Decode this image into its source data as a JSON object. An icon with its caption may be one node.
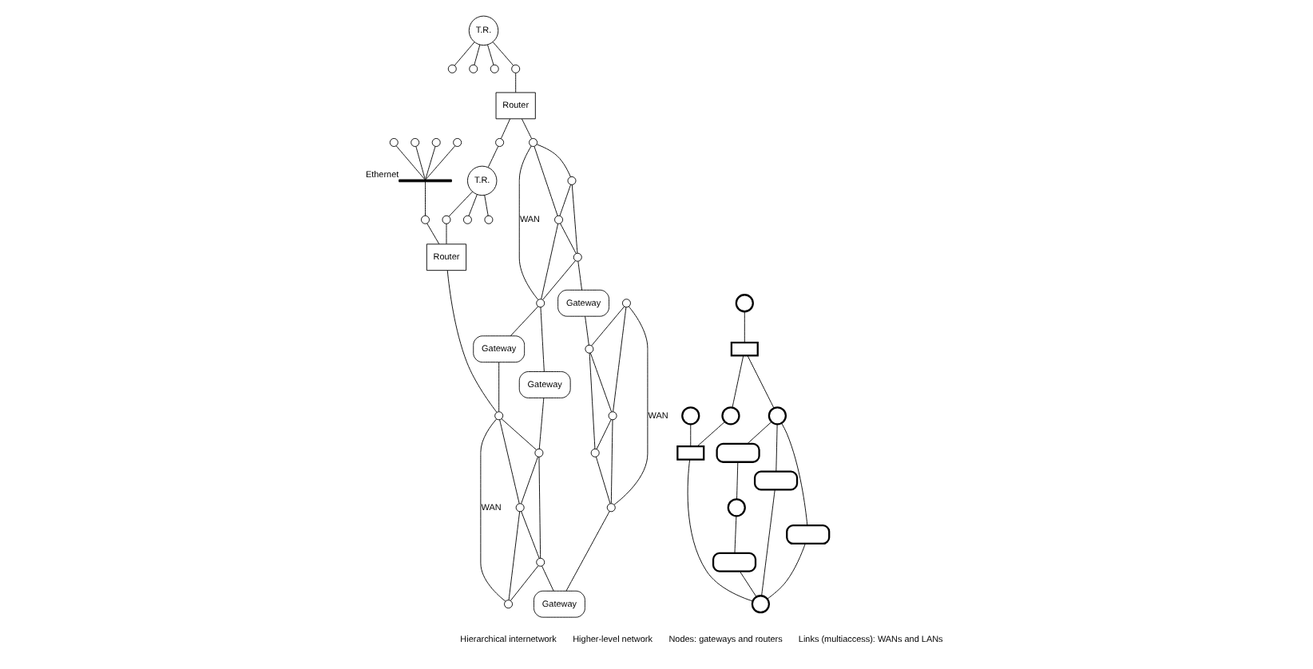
{
  "diagram": {
    "nodes": [
      {
        "text": [
          "T.R."
        ]
      },
      {
        "text": [],
        "shape": "circle"
      },
      {
        "text": [],
        "shape": "circle"
      },
      {
        "text": [],
        "shape": "circle"
      },
      {
        "text": [],
        "shape": "circle"
      },
      {
        "text": [
          "T.R."
        ]
      },
      {
        "text": [],
        "shape": "circle"
      },
      {
        "text": [],
        "shape": "circle"
      },
      {
        "text": [],
        "shape": "circle"
      },
      {
        "text": [],
        "shape": "circle"
      },
      {
        "text": [],
        "shape": "circle"
      },
      {
        "text": [],
        "shape": "circle"
      },
      {
        "text": [],
        "shape": "circle"
      },
      {
        "text": [],
        "shape": "circle"
      },
      {
        "text": [],
        "shape": "bar",
        "beside": [
          "Ethernet"
        ]
      },
      {
        "text": [],
        "shape": "circle"
      },
      {
        "text": [
          "Router"
        ]
      },
      {
        "text": [
          "Router"
        ]
      },
      {
        "text": [],
        "shape": "circle"
      },
      {
        "text": [],
        "shape": "circle"
      },
      {
        "text": [],
        "shape": "circle"
      },
      {
        "text": [],
        "shape": "circle"
      },
      {
        "text": [],
        "shape": "circle"
      },
      {
        "text": [
          "Gateway"
        ]
      },
      {
        "text": [
          "Gateway"
        ]
      },
      {
        "text": [],
        "shape": "circle"
      },
      {
        "text": [],
        "shape": "circle"
      },
      {
        "text": [],
        "shape": "circle"
      },
      {
        "text": [],
        "shape": "circle"
      },
      {
        "text": [],
        "shape": "circle"
      },
      {
        "text": [
          "Gateway"
        ]
      },
      {
        "text": [
          "Gateway"
        ]
      },
      {
        "text": [],
        "shape": "circle"
      },
      {
        "text": [],
        "shape": "circle"
      },
      {
        "text": [],
        "shape": "circle"
      },
      {
        "text": [],
        "shape": "circle"
      },
      {
        "text": [],
        "shape": "circle"
      },
      {
        "text": [],
        "shape": "circle"
      },
      {
        "text": [],
        "shape": "circle"
      },
      {
        "text": [],
        "shape": "circle"
      },
      {
        "text": [],
        "shape": "box"
      },
      {
        "text": [],
        "shape": "box"
      },
      {
        "text": [],
        "shape": "circle"
      },
      {
        "text": [],
        "shape": "oval"
      },
      {
        "text": [],
        "shape": "oval"
      },
      {
        "text": [],
        "shape": "circle"
      },
      {
        "text": [],
        "shape": "oval"
      },
      {
        "text": [],
        "shape": "circle"
      },
      {
        "text": [],
        "shape": "oval"
      }
    ],
    "edges": [
      {
        "from": 0,
        "to": 1,
        "arrow": "none"
      },
      {
        "from": 0,
        "to": 2,
        "arrow": "none"
      },
      {
        "from": 0,
        "to": 3,
        "arrow": "none"
      },
      {
        "from": 0,
        "to": 4,
        "arrow": "none"
      },
      {
        "from": 4,
        "to": 16,
        "arrow": "none"
      },
      {
        "from": 16,
        "to": 7,
        "arrow": "none"
      },
      {
        "from": 7,
        "to": 5,
        "arrow": "none"
      },
      {
        "from": 5,
        "to": 6,
        "arrow": "none"
      },
      {
        "from": 5,
        "to": 8,
        "arrow": "none"
      },
      {
        "from": 5,
        "to": 9,
        "arrow": "none"
      },
      {
        "from": 8,
        "to": 17,
        "arrow": "none"
      },
      {
        "from": 10,
        "to": 14,
        "arrow": "none"
      },
      {
        "from": 11,
        "to": 14,
        "arrow": "none"
      },
      {
        "from": 12,
        "to": 14,
        "arrow": "none"
      },
      {
        "from": 13,
        "to": 14,
        "arrow": "none"
      },
      {
        "from": 14,
        "to": 15,
        "arrow": "none"
      },
      {
        "from": 15,
        "to": 17,
        "arrow": "none"
      },
      {
        "from": 16,
        "to": 18,
        "arrow": "none"
      },
      {
        "from": 17,
        "to": 25,
        "arrow": "none"
      },
      {
        "from": 18,
        "to": 19,
        "arrow": "none"
      },
      {
        "from": 18,
        "to": 20,
        "arrow": "none"
      },
      {
        "from": 18,
        "to": 22,
        "label": "WAN",
        "arrow": "none"
      },
      {
        "from": 19,
        "to": 20,
        "arrow": "none"
      },
      {
        "from": 19,
        "to": 21,
        "arrow": "none"
      },
      {
        "from": 20,
        "to": 21,
        "arrow": "none"
      },
      {
        "from": 20,
        "to": 22,
        "arrow": "none"
      },
      {
        "from": 21,
        "to": 22,
        "arrow": "none"
      },
      {
        "from": 22,
        "to": 23,
        "arrow": "none"
      },
      {
        "from": 22,
        "to": 24,
        "arrow": "none"
      },
      {
        "from": 23,
        "to": 25,
        "arrow": "none"
      },
      {
        "from": 24,
        "to": 26,
        "arrow": "none"
      },
      {
        "from": 21,
        "to": 30,
        "arrow": "none"
      },
      {
        "from": 25,
        "to": 26,
        "arrow": "none"
      },
      {
        "from": 25,
        "to": 27,
        "arrow": "none"
      },
      {
        "from": 25,
        "to": 29,
        "label": "WAN",
        "arrow": "none"
      },
      {
        "from": 26,
        "to": 27,
        "arrow": "none"
      },
      {
        "from": 26,
        "to": 28,
        "arrow": "none"
      },
      {
        "from": 27,
        "to": 28,
        "arrow": "none"
      },
      {
        "from": 27,
        "to": 29,
        "arrow": "none"
      },
      {
        "from": 28,
        "to": 29,
        "arrow": "none"
      },
      {
        "from": 28,
        "to": 31,
        "arrow": "none"
      },
      {
        "from": 30,
        "to": 33,
        "arrow": "none"
      },
      {
        "from": 32,
        "to": 33,
        "arrow": "none"
      },
      {
        "from": 32,
        "to": 34,
        "arrow": "none"
      },
      {
        "from": 32,
        "to": 36,
        "label": "WAN",
        "arrow": "none"
      },
      {
        "from": 33,
        "to": 34,
        "arrow": "none"
      },
      {
        "from": 33,
        "to": 35,
        "arrow": "none"
      },
      {
        "from": 34,
        "to": 35,
        "arrow": "none"
      },
      {
        "from": 34,
        "to": 36,
        "arrow": "none"
      },
      {
        "from": 35,
        "to": 36,
        "arrow": "none"
      },
      {
        "from": 36,
        "to": 31,
        "arrow": "none"
      },
      {
        "from": 37,
        "to": 40,
        "arrow": "none"
      },
      {
        "from": 40,
        "to": 38,
        "arrow": "none"
      },
      {
        "from": 38,
        "to": 41,
        "arrow": "none"
      },
      {
        "from": 39,
        "to": 41,
        "arrow": "none"
      },
      {
        "from": 40,
        "to": 42,
        "arrow": "none"
      },
      {
        "from": 41,
        "to": 45,
        "arrow": "none"
      },
      {
        "from": 42,
        "to": 43,
        "arrow": "none"
      },
      {
        "from": 42,
        "to": 44,
        "arrow": "none"
      },
      {
        "from": 43,
        "to": 45,
        "arrow": "none"
      },
      {
        "from": 44,
        "to": 45,
        "arrow": "none"
      },
      {
        "from": 42,
        "to": 46,
        "arrow": "none"
      },
      {
        "from": 46,
        "to": 47,
        "arrow": "none"
      },
      {
        "from": 47,
        "to": 48,
        "arrow": "none"
      },
      {
        "from": 48,
        "to": 45,
        "arrow": "none"
      }
    ],
    "labels": [
      "Hierarchical internetwork",
      "Higher-level network",
      "Nodes: gateways and routers",
      "Links (multiaccess): WANs and LANs"
    ]
  }
}
